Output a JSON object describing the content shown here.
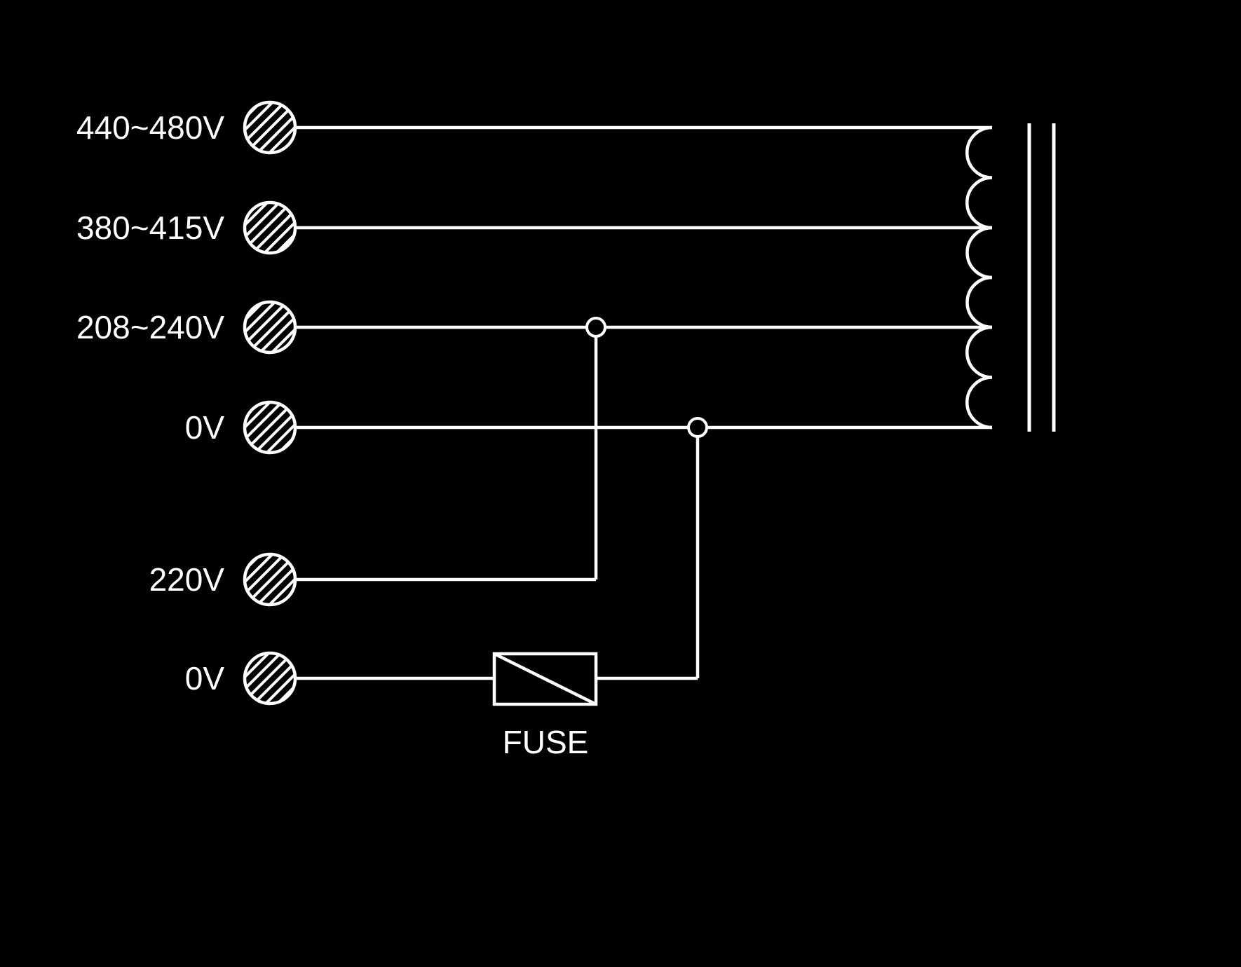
{
  "diagram": {
    "title": "transformer-tap-wiring-diagram",
    "colors": {
      "background": "#000000",
      "line": "#ffffff"
    },
    "terminals": [
      {
        "label": "440~480V"
      },
      {
        "label": "380~415V"
      },
      {
        "label": "208~240V"
      },
      {
        "label": "0V"
      },
      {
        "label": "220V"
      },
      {
        "label": "0V"
      }
    ],
    "fuse": {
      "label": "FUSE"
    }
  }
}
